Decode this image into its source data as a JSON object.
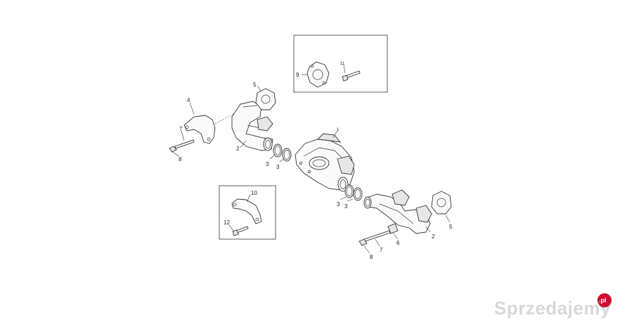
{
  "diagram": {
    "callouts": {
      "c1": "1",
      "c2_left": "2",
      "c2_right": "2",
      "c3_a": "3",
      "c3_b": "3",
      "c3_c": "3",
      "c3_d": "3",
      "c4": "4",
      "c5_left": "5",
      "c5_right": "5",
      "c6": "6",
      "c7_left": "7",
      "c7_right": "7",
      "c8_left": "8",
      "c8_right": "8",
      "c9": "9",
      "c10": "10",
      "c11": "11",
      "c12": "12"
    }
  },
  "watermark": {
    "brand": "Sprzedajemy",
    "badge": ".pl",
    "colors": {
      "badge": "#c8102e",
      "text": "#d8d8d8"
    }
  }
}
